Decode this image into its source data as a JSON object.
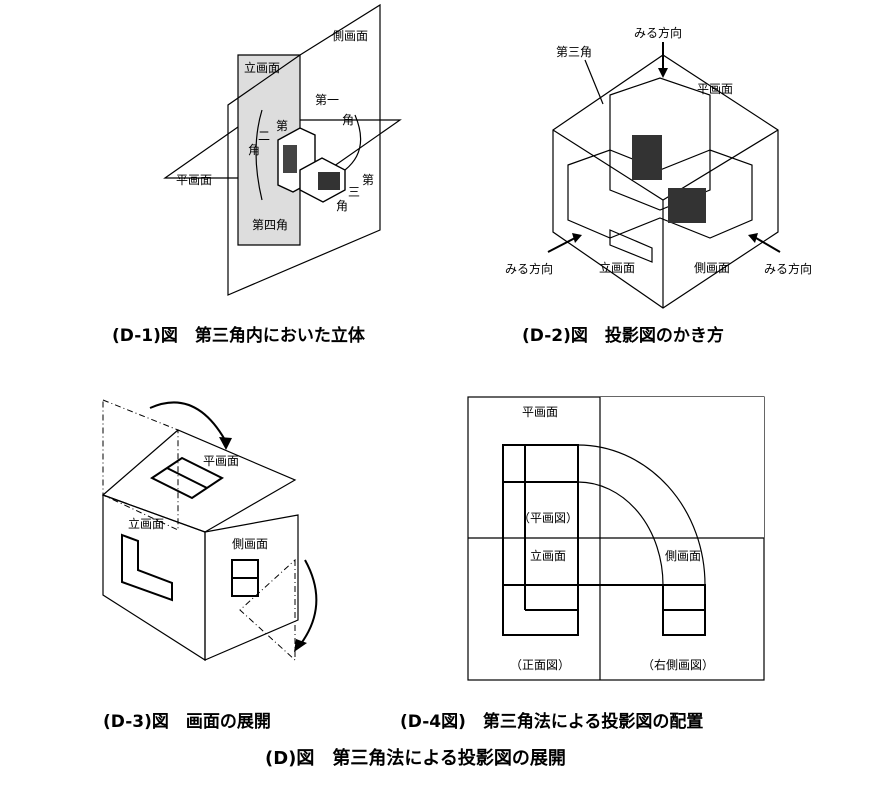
{
  "d1": {
    "caption": "(D-1)図　第三角内においた立体",
    "labels": {
      "vertical_plane": "立画面",
      "side_plane": "側画面",
      "horizontal_plane": "平画面",
      "first_angle_a": "第一",
      "first_angle_b": "角",
      "second_angle_a": "第",
      "second_angle_b": "二",
      "second_angle_c": "角",
      "third_angle_a": "第",
      "third_angle_b": "三",
      "third_angle_c": "角",
      "fourth_angle": "第四角"
    }
  },
  "d2": {
    "caption": "(D-2)図　投影図のかき方",
    "labels": {
      "third_angle": "第三角",
      "view_dir_top": "みる方向",
      "horizontal_plane": "平画面",
      "vertical_plane": "立画面",
      "side_plane": "側画面",
      "view_dir_left": "みる方向",
      "view_dir_right": "みる方向"
    }
  },
  "d3": {
    "caption": "(D-3)図　画面の展開",
    "labels": {
      "horizontal_plane": "平画面",
      "vertical_plane": "立画面",
      "side_plane": "側画面"
    }
  },
  "d4": {
    "caption": "(D-4図)　第三角法による投影図の配置",
    "labels": {
      "horizontal_plane": "平画面",
      "plan_view": "（平画図）",
      "vertical_plane": "立画面",
      "side_plane": "側画面",
      "front_view": "（正面図）",
      "right_side_view": "（右側画図）"
    }
  },
  "main_caption": "(D)図　第三角法による投影図の展開"
}
